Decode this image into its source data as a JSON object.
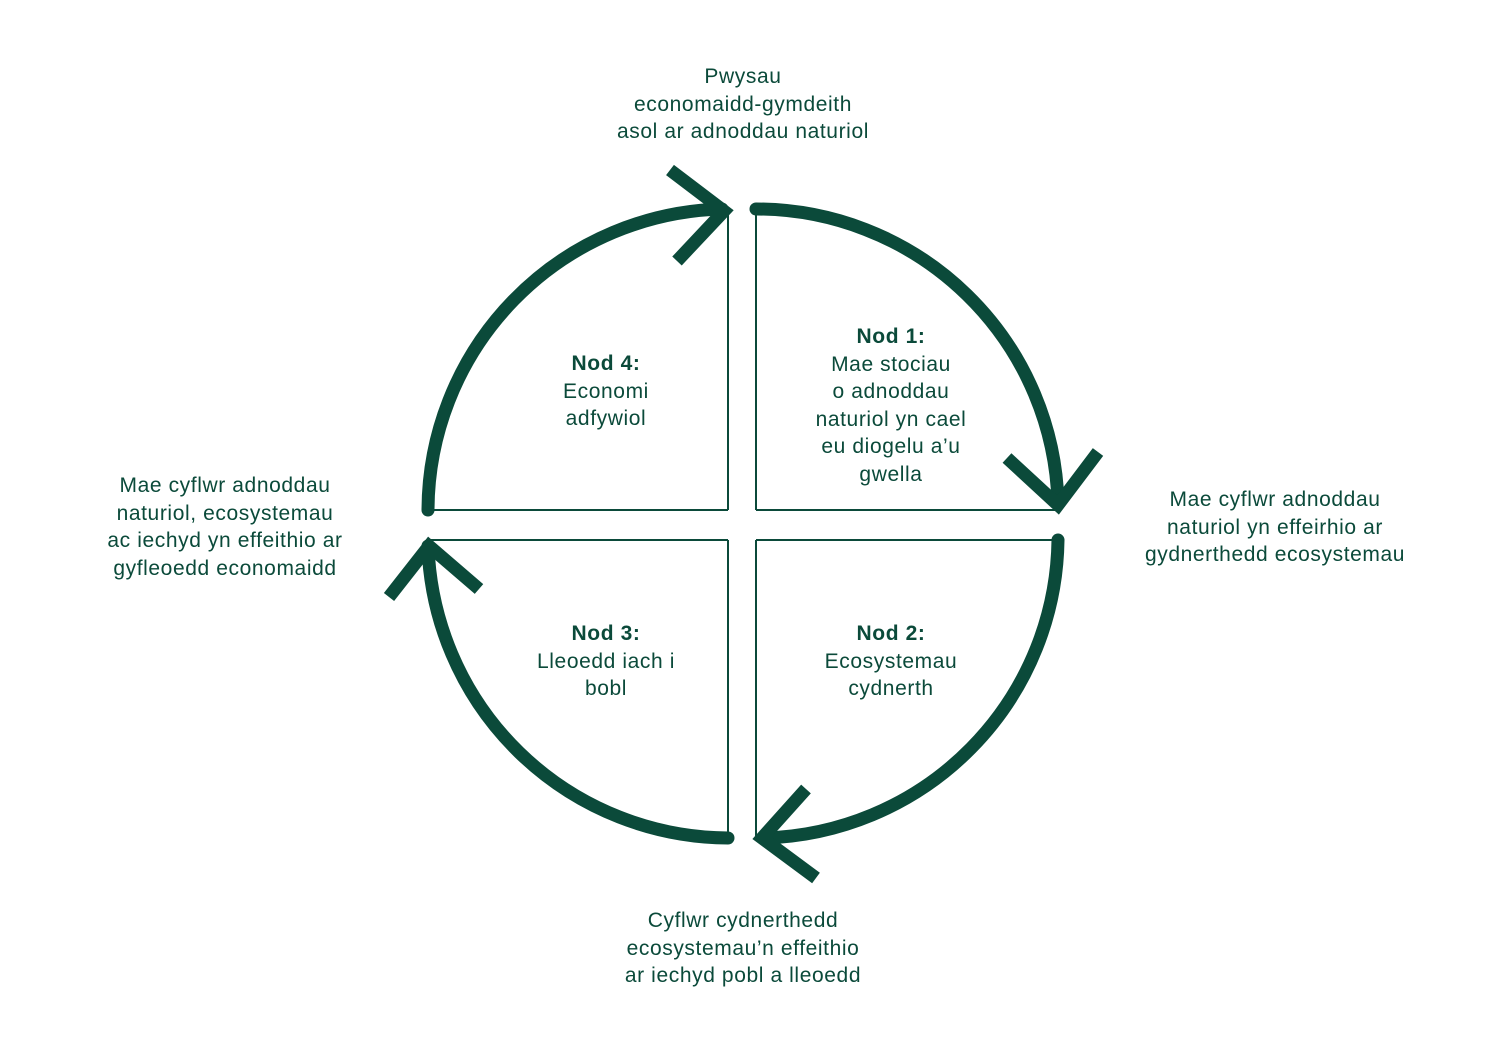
{
  "colors": {
    "primary": "#0b4a3a",
    "background": "#ffffff"
  },
  "goals": [
    {
      "title": "Nod 1:",
      "lines": [
        "Mae stociau",
        "o adnoddau",
        "naturiol yn cael",
        "eu diogelu a’u",
        "gwella"
      ]
    },
    {
      "title": "Nod 2:",
      "lines": [
        "Ecosystemau",
        "cydnerth"
      ]
    },
    {
      "title": "Nod 3:",
      "lines": [
        "Lleoedd iach i",
        "bobl"
      ]
    },
    {
      "title": "Nod 4:",
      "lines": [
        "Economi",
        "adfywiol"
      ]
    }
  ],
  "flows": {
    "top": [
      "Pwysau",
      "economaidd-gymdeith",
      "asol ar adnoddau naturiol"
    ],
    "right": [
      "Mae cyflwr adnoddau",
      "naturiol yn effeirhio ar",
      "gydnerthedd ecosystemau"
    ],
    "bottom": [
      "Cyflwr cydnerthedd",
      "ecosystemau’n effeithio",
      "ar iechyd pobl a lleoedd"
    ],
    "left": [
      "Mae cyflwr adnoddau",
      "naturiol, ecosystemau",
      "ac iechyd yn effeithio ar",
      "gyfleoedd economaidd"
    ]
  },
  "icons": {
    "arrows": [
      "arrowhead-icon-top",
      "arrowhead-icon-right",
      "arrowhead-icon-bottom",
      "arrowhead-icon-left"
    ]
  }
}
